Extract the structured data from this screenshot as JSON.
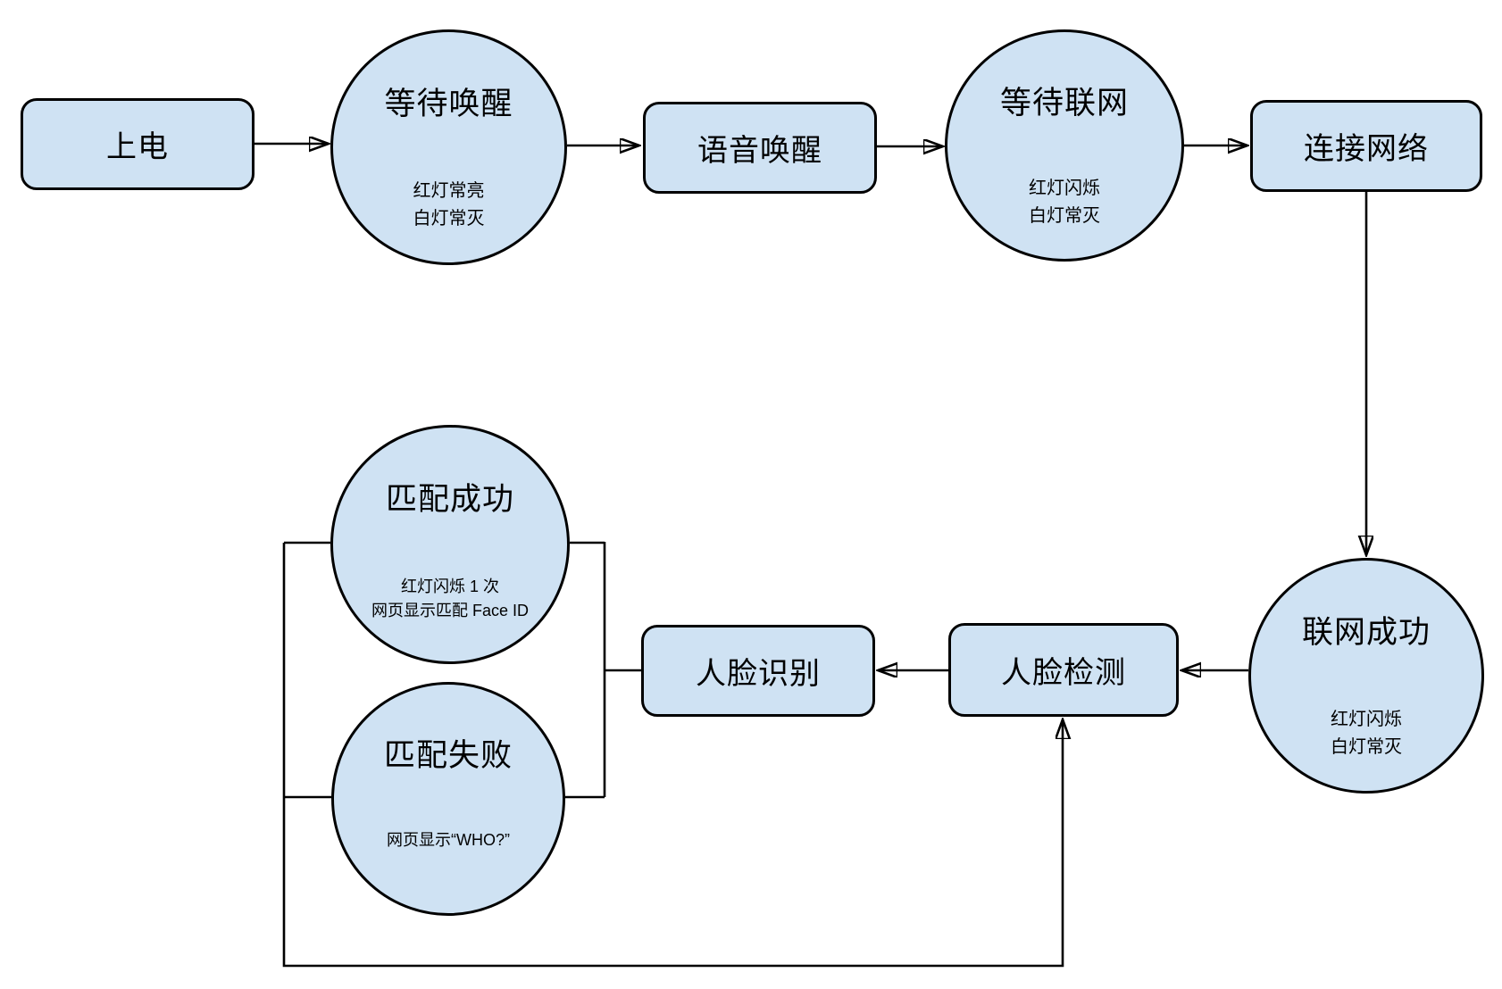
{
  "diagram": {
    "colors": {
      "background": "#ffffff",
      "node_fill": "#cfe2f3",
      "node_border": "#000000",
      "connector": "#000000"
    },
    "nodes": {
      "power_on": {
        "label": "上电"
      },
      "wait_wake": {
        "title": "等待唤醒",
        "note1": "红灯常亮",
        "note2": "白灯常灭"
      },
      "voice_wake": {
        "label": "语音唤醒"
      },
      "wait_network": {
        "title": "等待联网",
        "note1": "红灯闪烁",
        "note2": "白灯常灭"
      },
      "connect_network": {
        "label": "连接网络"
      },
      "network_success": {
        "title": "联网成功",
        "note1": "红灯闪烁",
        "note2": "白灯常灭"
      },
      "face_detect": {
        "label": "人脸检测"
      },
      "face_recognize": {
        "label": "人脸识别"
      },
      "match_success": {
        "title": "匹配成功",
        "note1": "红灯闪烁 1 次",
        "note2": "网页显示匹配 Face ID"
      },
      "match_fail": {
        "title": "匹配失败",
        "note1": "网页显示“WHO?”"
      }
    }
  }
}
